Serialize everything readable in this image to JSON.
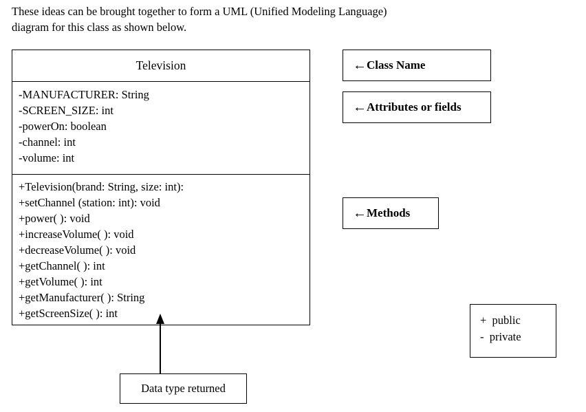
{
  "intro": {
    "text": "These ideas can be brought together to form a UML (Unified Modeling Language)\ndiagram for this class as shown below."
  },
  "class_diagram": {
    "class_name": "Television",
    "attributes": [
      "-MANUFACTURER: String",
      "-SCREEN_SIZE: int",
      "-powerOn: boolean",
      "-channel: int",
      "-volume: int"
    ],
    "methods": [
      "+Television(brand: String, size: int):",
      "+setChannel (station: int): void",
      "+power( ): void",
      "+increaseVolume( ): void",
      "+decreaseVolume( ): void",
      "+getChannel( ): int",
      "+getVolume( ): int",
      "+getManufacturer( ): String",
      "+getScreenSize( ): int"
    ]
  },
  "callouts": {
    "arrow_glyph": "←",
    "class_name_label": "Class Name",
    "attributes_label": "Attributes or fields",
    "methods_label": "Methods",
    "data_type_label": "Data type returned"
  },
  "legend": {
    "lines": [
      "+  public",
      "-  private"
    ]
  }
}
